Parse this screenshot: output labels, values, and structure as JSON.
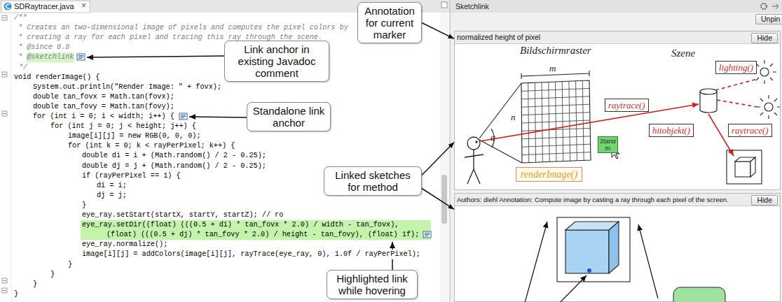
{
  "diagram": {
    "nodes": [
      {
        "text": [
          "Annotation for current marker"
        ]
      },
      {
        "text": [
          "Link anchor in existing Javadoc comment"
        ]
      },
      {
        "text": [
          "Standalone link anchor"
        ]
      },
      {
        "text": [
          "Linked sketches for method"
        ]
      },
      {
        "text": [
          "Highlighted link while hovering"
        ]
      },
      {
        "text": [
          "Unpin"
        ]
      },
      {
        "text": [
          "normalized height of pixel"
        ]
      },
      {
        "text": [
          "Hide"
        ],
        "in": 6
      },
      {
        "text": [
          "raytrace()"
        ],
        "in": 6
      },
      {
        "text": [
          "hitobjekt()"
        ],
        "in": 6
      },
      {
        "text": [
          "lighting()"
        ],
        "in": 6
      },
      {
        "text": [
          "raytrace()"
        ],
        "in": 6
      },
      {
        "text": [
          "2tanα m"
        ],
        "in": 6
      },
      {
        "text": [
          "renderImage()"
        ],
        "in": 6
      },
      {
        "text": [
          "Authors: diehl Annotation: Compute image by casting a ray through each pixel of the screen."
        ]
      },
      {
        "text": [
          "Hide"
        ],
        "in": 14
      }
    ],
    "edges": [
      {
        "from": 0,
        "to": 6,
        "arrow": "to"
      },
      {
        "from": 3,
        "to": 6,
        "arrow": "to"
      },
      {
        "from": 3,
        "to": 14,
        "arrow": "to"
      }
    ],
    "labels": [
      "SDRaytracer.java",
      "×",
      "/**",
      "* Creates an two-dimensional image of pixels and computes the pixel colors by",
      "* creating a ray for each pixel and tracing this ray through the scene.",
      "* @since 0.8",
      "* @sketchlink",
      "*/",
      "void renderImage() {",
      "System.out.println(\"Render Image: \" + fovx);",
      "double tan_fovx = Math.tan(fovx);",
      "double tan_fovy = Math.tan(fovy);",
      "for (int i = 0; i < width; i++) {",
      "for (int j = 0; j < height; j++) {",
      "image[i][j] = new RGB(0, 0, 0);",
      "for (int k = 0; k < rayPerPixel; k++) {",
      "double di = i + (Math.random() / 2 - 0.25);",
      "double dj = j + (Math.random() / 2 - 0.25);",
      "if (rayPerPixel == 1) {",
      "di = i;",
      "dj = j;",
      "}",
      "eye_ray.setStart(startX, startY, startZ); // ro",
      "eye_ray.setDir((float) (((0.5 + di) * tan_fovx * 2.0) / width - tan_fovx),",
      "(float) (((0.5 + dj) * tan_fovy * 2.0) / height - tan_fovy), (float) 1f);",
      "eye_ray.normalize();",
      "image[i][j] = addColors(image[i][j], rayTrace(eye_ray, 0), 1.0f / rayPerPixel);",
      "}",
      "}",
      "}",
      "}",
      "Sketchlink",
      "Bildschirmraster",
      "Szene",
      "m",
      "n",
      "α"
    ]
  }
}
